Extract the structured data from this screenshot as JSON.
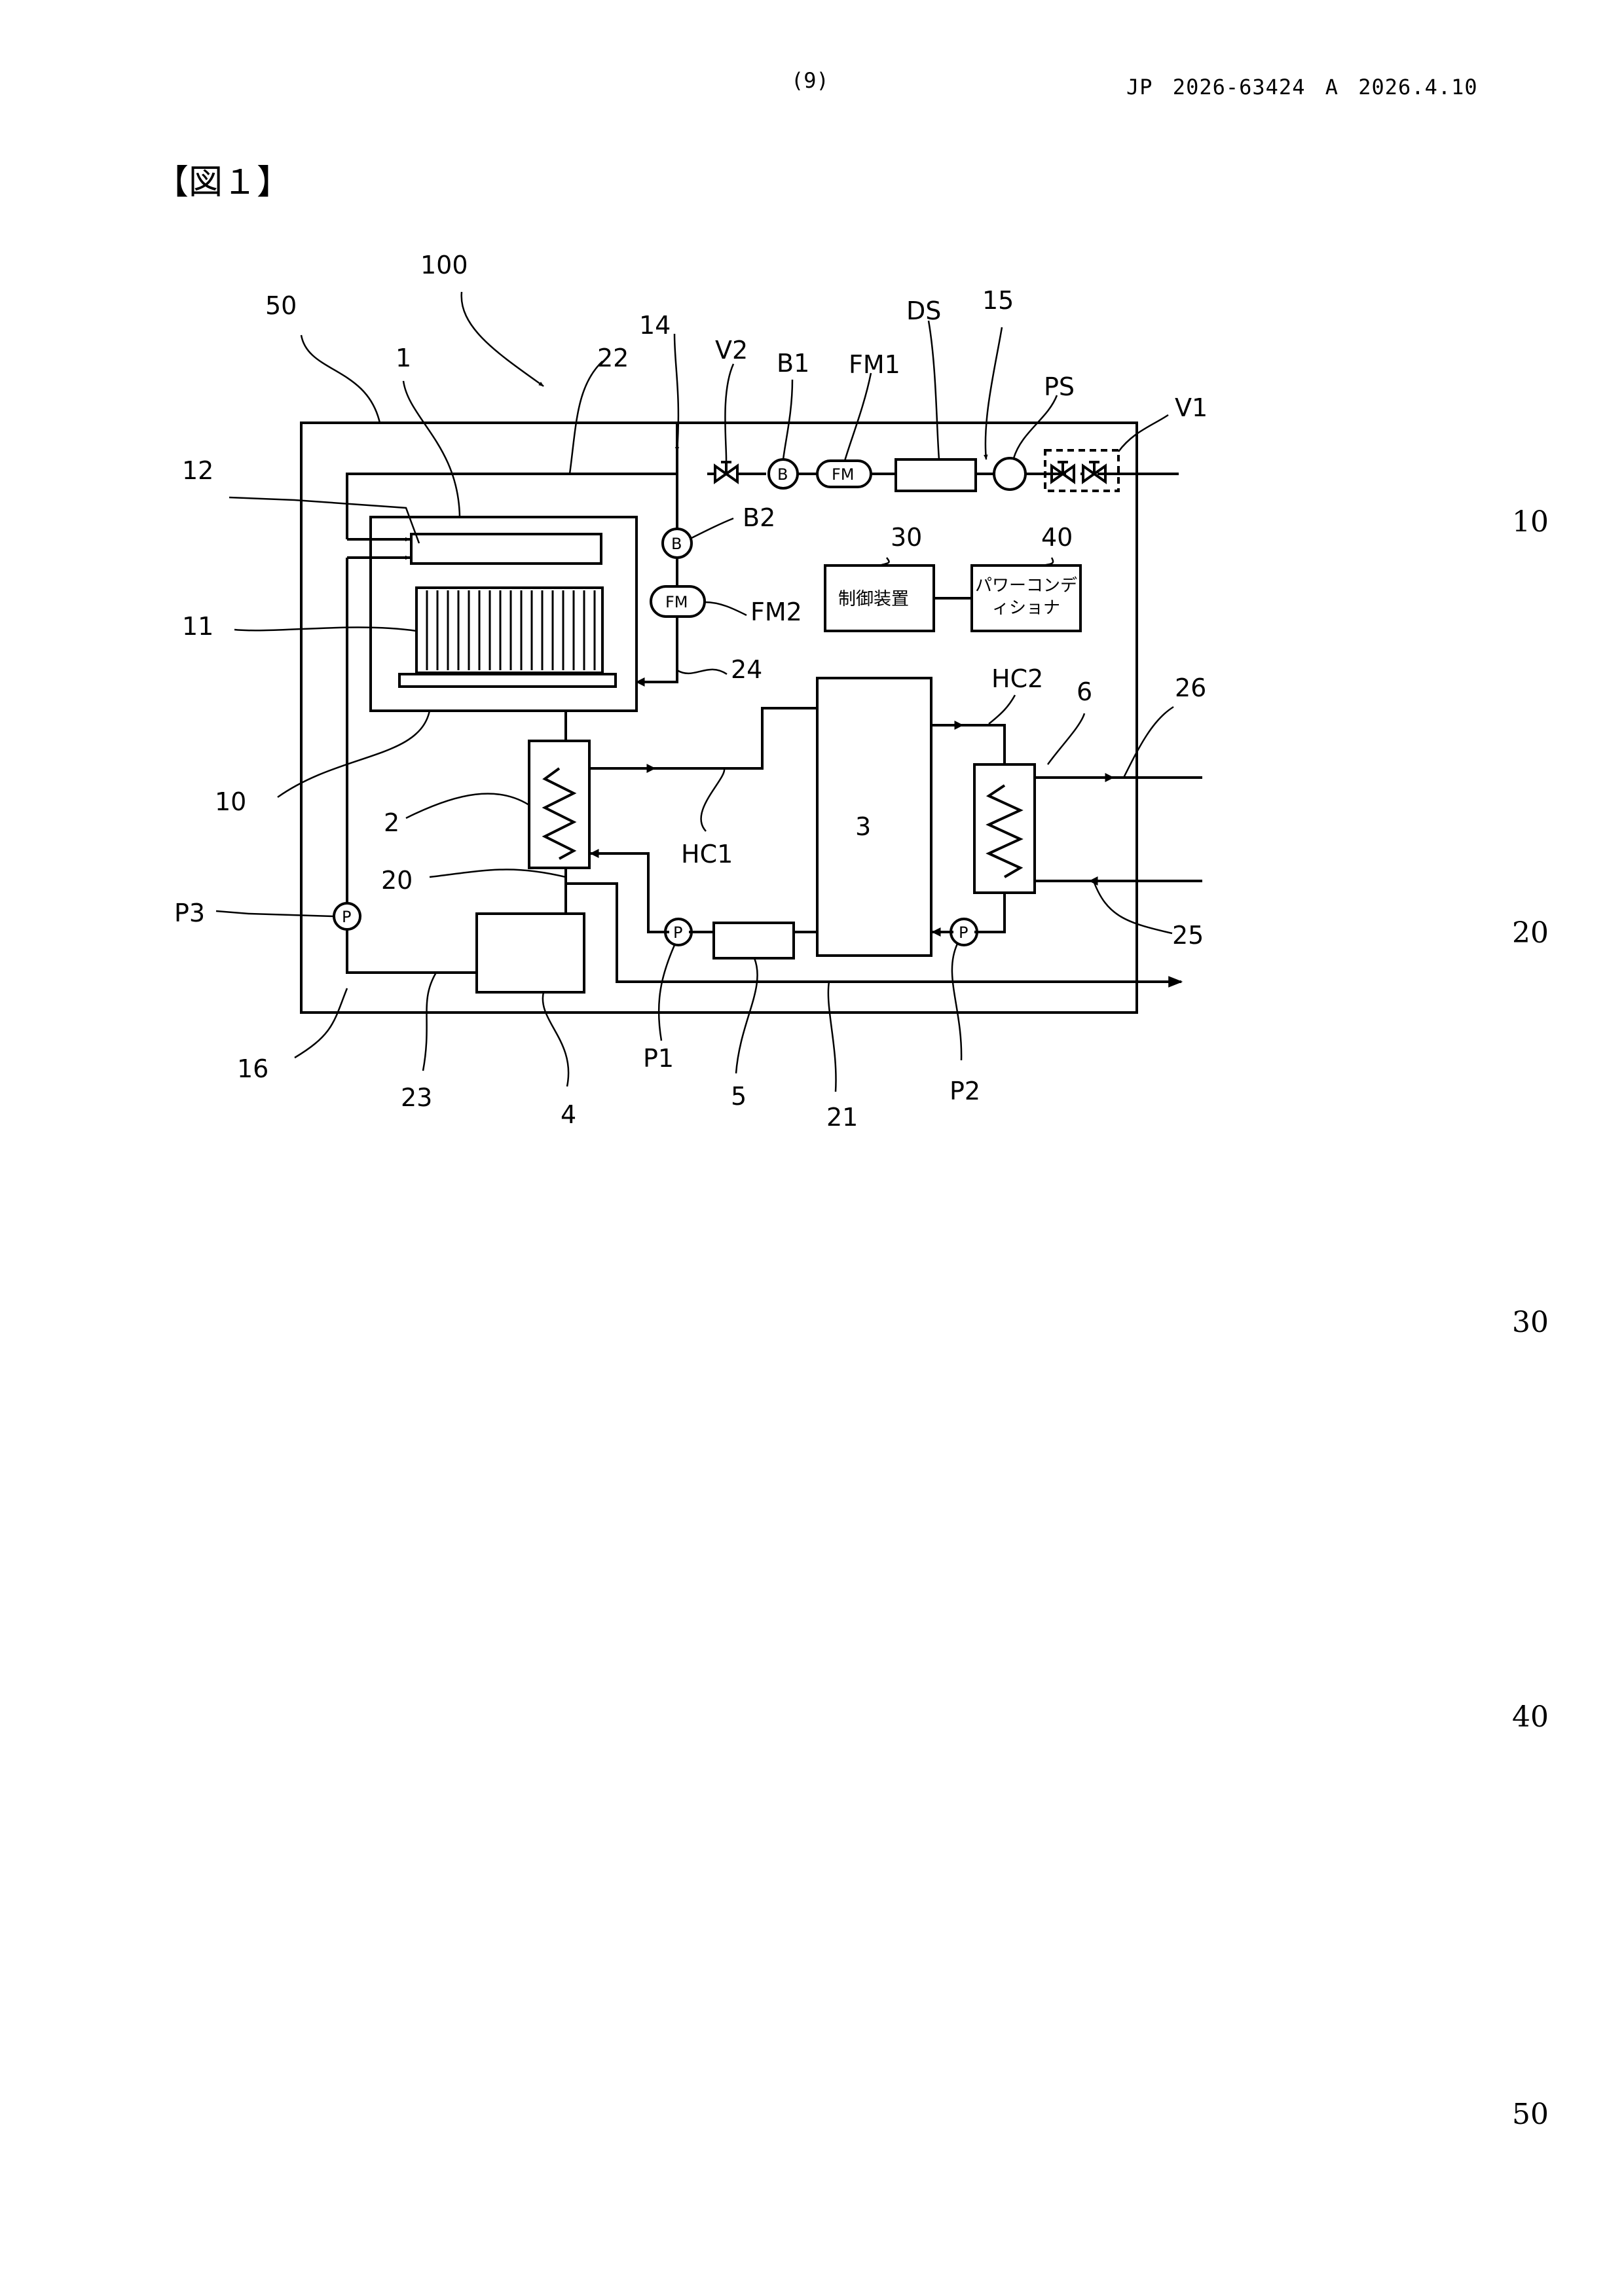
{
  "header": {
    "page_number": "(9)",
    "document_id": "JP 2026-63424 A 2026.4.10"
  },
  "figure": {
    "caption": "【図１】",
    "labels": {
      "l100": "100",
      "l50": "50",
      "l1": "1",
      "l14": "14",
      "l22": "22",
      "v2": "V2",
      "b1": "B1",
      "fm1": "FM1",
      "ds": "DS",
      "l15": "15",
      "ps": "PS",
      "v1": "V1",
      "l12": "12",
      "b2": "B2",
      "l30": "30",
      "l40": "40",
      "l11": "11",
      "fm2": "FM2",
      "l24": "24",
      "hc2": "HC2",
      "l6": "6",
      "l26": "26",
      "l10": "10",
      "l2": "2",
      "l3": "3",
      "hc1": "HC1",
      "l20": "20",
      "p3": "P3",
      "l25": "25",
      "l16": "16",
      "p1": "P1",
      "l23": "23",
      "l4": "4",
      "l5": "5",
      "l21": "21",
      "p2": "P2"
    },
    "symbols": {
      "fm": "FM",
      "b": "B",
      "p": "P"
    },
    "boxes": {
      "controller": "制御装置",
      "power_conditioner": "パワーコンディショナ"
    }
  },
  "line_numbers": [
    "10",
    "20",
    "30",
    "40",
    "50"
  ]
}
